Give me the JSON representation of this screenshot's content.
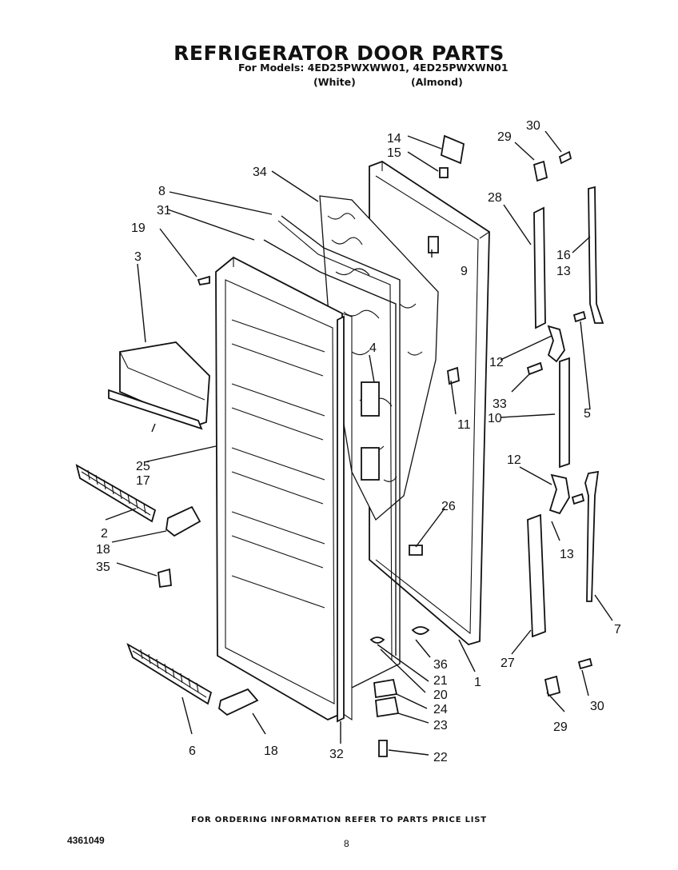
{
  "header": {
    "title": "REFRIGERATOR DOOR PARTS",
    "models": "For Models: 4ED25PWXWW01, 4ED25PWXWN01",
    "variant_white": "(White)",
    "variant_almond": "(Almond)"
  },
  "callouts": {
    "c1": "1",
    "c2": "2",
    "c3": "3",
    "c4": "4",
    "c5": "5",
    "c6": "6",
    "c7": "7",
    "c8": "8",
    "c9": "9",
    "c10": "10",
    "c11": "11",
    "c12a": "12",
    "c12b": "12",
    "c13a": "13",
    "c13b": "13",
    "c14": "14",
    "c15": "15",
    "c16": "16",
    "c17": "17",
    "c18a": "18",
    "c18b": "18",
    "c19": "19",
    "c20": "20",
    "c21": "21",
    "c22": "22",
    "c23": "23",
    "c24": "24",
    "c25": "25",
    "c26": "26",
    "c27": "27",
    "c28": "28",
    "c29a": "29",
    "c29b": "29",
    "c30a": "30",
    "c30b": "30",
    "c31": "31",
    "c32": "32",
    "c33": "33",
    "c34": "34",
    "c35": "35",
    "c36": "36"
  },
  "footer": {
    "ordering_note": "FOR ORDERING INFORMATION REFER TO PARTS PRICE LIST",
    "doc_number": "4361049",
    "page_number": "8"
  }
}
